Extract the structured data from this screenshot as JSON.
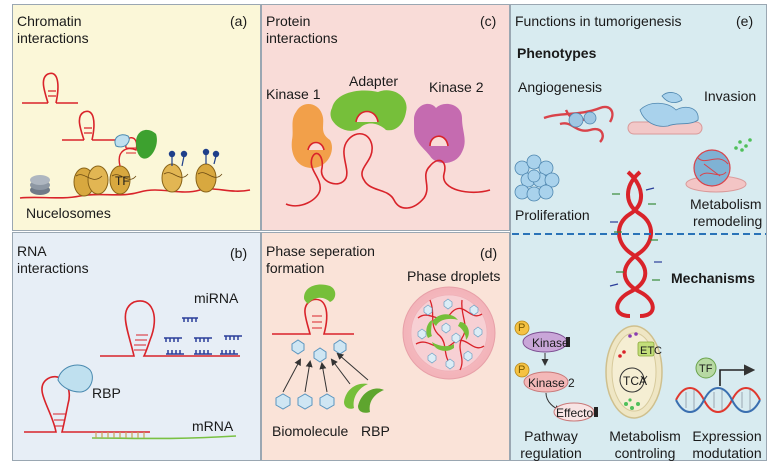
{
  "panels": {
    "a": {
      "title_line1": "Chromatin",
      "title_line2": "interactions",
      "letter": "(a)",
      "nucleosomes_label": "Nucelosomes",
      "tf_label": "TF"
    },
    "b": {
      "title_line1": "RNA",
      "title_line2": "interactions",
      "letter": "(b)",
      "mirna_label": "miRNA",
      "rbp_label": "RBP",
      "mrna_label": "mRNA"
    },
    "c": {
      "title_line1": "Protein",
      "title_line2": "interactions",
      "letter": "(c)",
      "kinase1_label": "Kinase 1",
      "adapter_label": "Adapter",
      "kinase2_label": "Kinase 2"
    },
    "d": {
      "title_line1": "Phase seperation",
      "title_line2": "formation",
      "letter": "(d)",
      "droplets_label": "Phase droplets",
      "biomolecule_label": "Biomolecule",
      "rbp_label": "RBP"
    },
    "e": {
      "title": "Functions in tumorigenesis",
      "letter": "(e)",
      "phenotypes_heading": "Phenotypes",
      "angiogenesis_label": "Angiogenesis",
      "invasion_label": "Invasion",
      "proliferation_label": "Proliferation",
      "metabolism_remodeling_line1": "Metabolism",
      "metabolism_remodeling_line2": "remodeling",
      "mechanisms_heading": "Mechanisms",
      "p_label_1": "P",
      "p_label_2": "P",
      "kinase_label": "Kinase",
      "kinase2_label": "Kinase 2",
      "effector_label": "Effecto",
      "etc_label": "ETC",
      "tca_label": "TCA",
      "tf_label": "TF",
      "pathway_line1": "Pathway",
      "pathway_line2": "regulation",
      "metabolism_controlling_line1": "Metabolism",
      "metabolism_controlling_line2": "controling",
      "expression_line1": "Expression",
      "expression_line2": "modutation"
    }
  },
  "colors": {
    "rna_red": "#d9232a",
    "panel_a_bg": "#fbf7d8",
    "panel_b_bg": "#e7eef6",
    "panel_c_bg": "#f9dcd8",
    "panel_d_bg": "#fae3d8",
    "panel_e_bg": "#d8ebf0",
    "kinase1_orange": "#f2a04a",
    "adapter_green": "#76bf3a",
    "kinase2_purple": "#c56bb0",
    "mirna_blue": "#2b3e9a",
    "rbp_blue": "#bfe0ef",
    "nucleosome_tan": "#d8a83f",
    "divider_blue": "#2a73b8"
  }
}
